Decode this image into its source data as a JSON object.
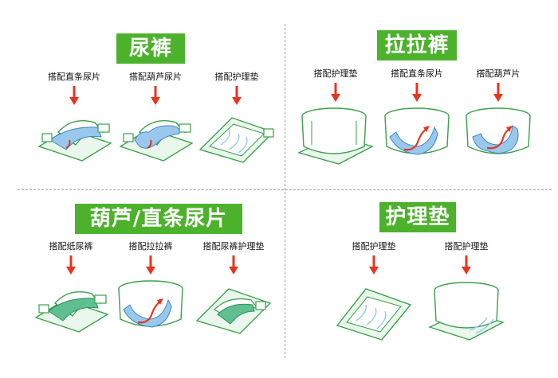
{
  "quadrants": [
    {
      "title": "尿裤",
      "items": [
        {
          "label": "搭配直条尿片",
          "icon": "diaper-with-straight-pad-icon"
        },
        {
          "label": "搭配葫芦尿片",
          "icon": "diaper-with-gourd-pad-icon"
        },
        {
          "label": "搭配护理垫",
          "icon": "diaper-with-care-pad-icon"
        }
      ]
    },
    {
      "title": "拉拉裤",
      "items": [
        {
          "label": "搭配护理垫",
          "icon": "pullup-with-care-pad-icon"
        },
        {
          "label": "搭配直条尿片",
          "icon": "pullup-with-straight-pad-icon"
        },
        {
          "label": "搭配葫芦片",
          "icon": "pullup-with-gourd-pad-icon"
        }
      ]
    },
    {
      "title": "葫芦/直条尿片",
      "items": [
        {
          "label": "搭配纸尿裤",
          "icon": "pad-with-diaper-icon"
        },
        {
          "label": "搭配拉拉裤",
          "icon": "pad-with-pullup-icon"
        },
        {
          "label": "搭配尿裤护理垫",
          "icon": "pad-with-diaper-care-pad-icon"
        }
      ]
    },
    {
      "title": "护理垫",
      "items": [
        {
          "label": "搭配护理垫",
          "icon": "care-pad-flat-icon"
        },
        {
          "label": "搭配护理垫",
          "icon": "care-pad-pullup-icon"
        }
      ]
    }
  ],
  "colors": {
    "badge_green": "#4cb22c",
    "outline_green": "#3aa04a",
    "arrow_red": "#e8341c",
    "pad_blue": "#9ac8ec",
    "pad_green": "#5fbf90"
  }
}
